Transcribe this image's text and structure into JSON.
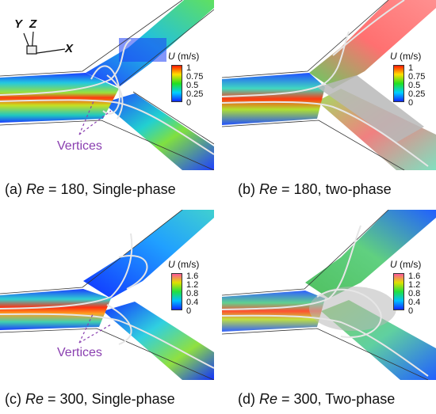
{
  "panels": [
    {
      "id": "a",
      "caption_prefix": "(a) ",
      "caption_re": "Re",
      "caption_suffix": " = 180, Single-phase",
      "colorbar_title_var": "U",
      "colorbar_title_unit": " (m/s)",
      "ticks": [
        "1",
        "0.75",
        "0.5",
        "0.25",
        "0"
      ],
      "vertices_label": "Vertices"
    },
    {
      "id": "b",
      "caption_prefix": "(b) ",
      "caption_re": "Re",
      "caption_suffix": " = 180, two-phase",
      "colorbar_title_var": "U",
      "colorbar_title_unit": " (m/s)",
      "ticks": [
        "1",
        "0.75",
        "0.5",
        "0.25",
        "0"
      ]
    },
    {
      "id": "c",
      "caption_prefix": "(c) ",
      "caption_re": "Re",
      "caption_suffix": " = 300, Single-phase",
      "colorbar_title_var": "U",
      "colorbar_title_unit": " (m/s)",
      "ticks": [
        "1.6",
        "1.2",
        "0.8",
        "0.4",
        "0"
      ],
      "vertices_label": "Vertices"
    },
    {
      "id": "d",
      "caption_prefix": "(d) ",
      "caption_re": "Re",
      "caption_suffix": " = 300, Two-phase",
      "colorbar_title_var": "U",
      "colorbar_title_unit": " (m/s)",
      "ticks": [
        "1.6",
        "1.2",
        "0.8",
        "0.4",
        "0"
      ]
    }
  ],
  "axes": {
    "y": "Y",
    "z": "Z",
    "x": "X"
  },
  "colors": {
    "annotation": "#8a3fb0",
    "streamline": "#e6e6e6",
    "interface": "#b8b8b8"
  }
}
